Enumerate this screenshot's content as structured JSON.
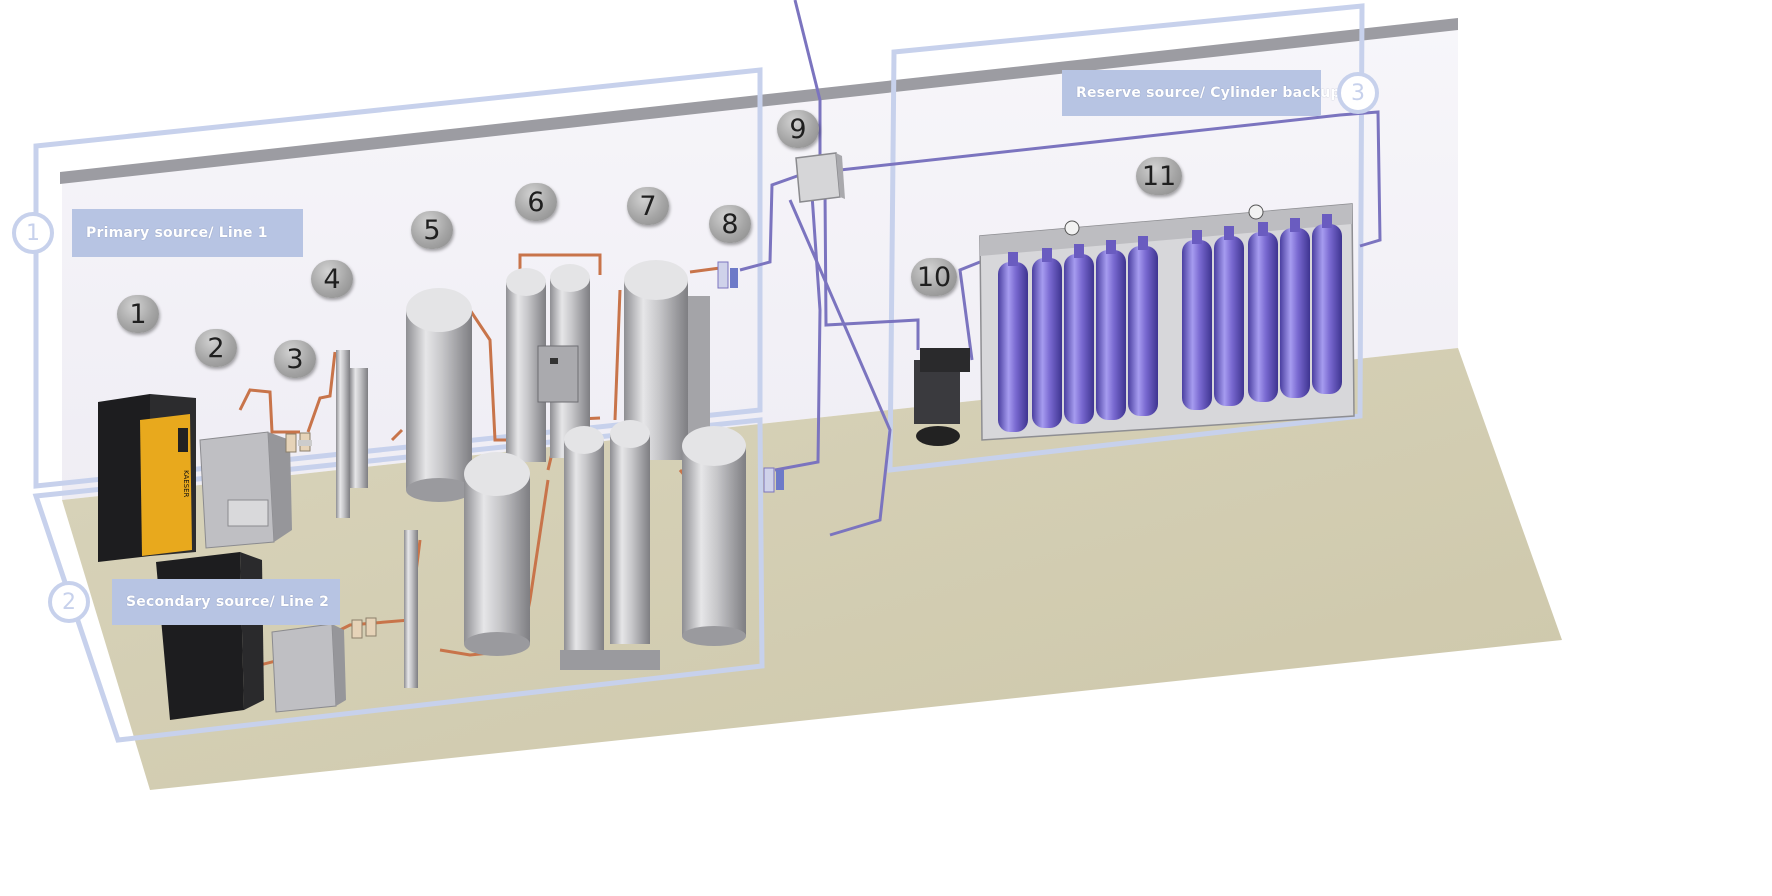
{
  "sources": [
    {
      "number": "1",
      "label": "Primary source/ Line 1"
    },
    {
      "number": "2",
      "label": "Secondary source/ Line 2"
    },
    {
      "number": "3",
      "label": "Reserve source/ Cylinder backup"
    }
  ],
  "markers": [
    "1",
    "2",
    "3",
    "4",
    "5",
    "6",
    "7",
    "8",
    "9",
    "10",
    "11"
  ],
  "compressor_brand": "KAESER",
  "colors": {
    "frame": "#c7d1ec",
    "label_bg": "#b7c4e3",
    "floor": "#d4cfb4",
    "pipe_oxygen": "#7b74bf",
    "pipe_copper": "#c8744a",
    "cylinder": "#7b6cc8",
    "tank": "#c4c4c6",
    "compressor_yellow": "#e8a91d"
  }
}
